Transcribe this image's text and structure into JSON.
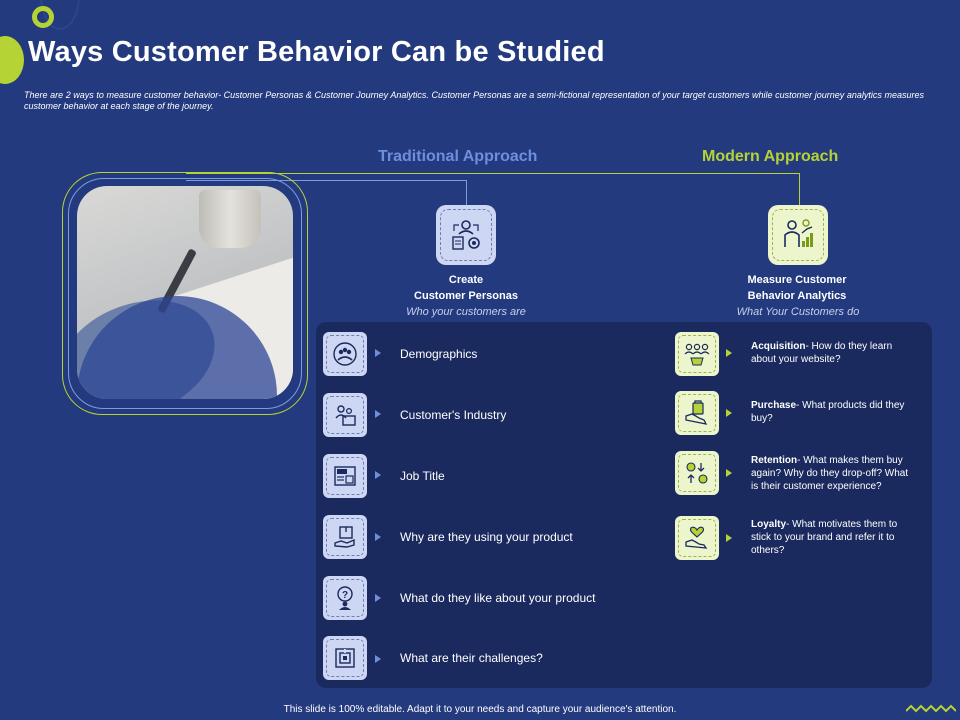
{
  "title": "Ways Customer Behavior Can be Studied",
  "subtitle": "There are 2 ways to measure customer behavior- Customer Personas & Customer Journey Analytics. Customer Personas are a semi-fictional representation of your target customers while customer journey analytics measures customer behavior at each stage of the journey.",
  "traditional": {
    "heading": "Traditional Approach",
    "label_line1": "Create",
    "label_line2": "Customer Personas",
    "sub": "Who your customers are",
    "items": [
      {
        "label": "Demographics",
        "icon": "group-icon"
      },
      {
        "label": "Customer's Industry",
        "icon": "people-desk-icon"
      },
      {
        "label": "Job Title",
        "icon": "job-card-icon"
      },
      {
        "label": "Why are they using your product",
        "icon": "product-box-icon"
      },
      {
        "label": "What do they like about your product",
        "icon": "question-person-icon"
      },
      {
        "label": "What are their challenges?",
        "icon": "maze-icon"
      }
    ]
  },
  "modern": {
    "heading": "Modern Approach",
    "label_line1": "Measure Customer",
    "label_line2": "Behavior Analytics",
    "sub": "What Your Customers do",
    "items": [
      {
        "title": "Acquisition",
        "text": "- How do they learn about your website?",
        "icon": "acquisition-icon"
      },
      {
        "title": "Purchase",
        "text": "- What products did they buy?",
        "icon": "purchase-hand-icon"
      },
      {
        "title": "Retention",
        "text": "- What makes them buy again? Why do they drop-off? What is their customer experience?",
        "icon": "retention-cycle-icon"
      },
      {
        "title": "Loyalty",
        "text": "- What motivates them to stick to your brand and refer it to others?",
        "icon": "loyalty-heart-icon"
      }
    ]
  },
  "footer": "This slide is 100% editable. Adapt it to your needs and capture your audience's attention.",
  "colors": {
    "background": "#243a7e",
    "accent_green": "#b5d334",
    "accent_blue": "#6f8edc",
    "panel": "#1b2a5e"
  }
}
